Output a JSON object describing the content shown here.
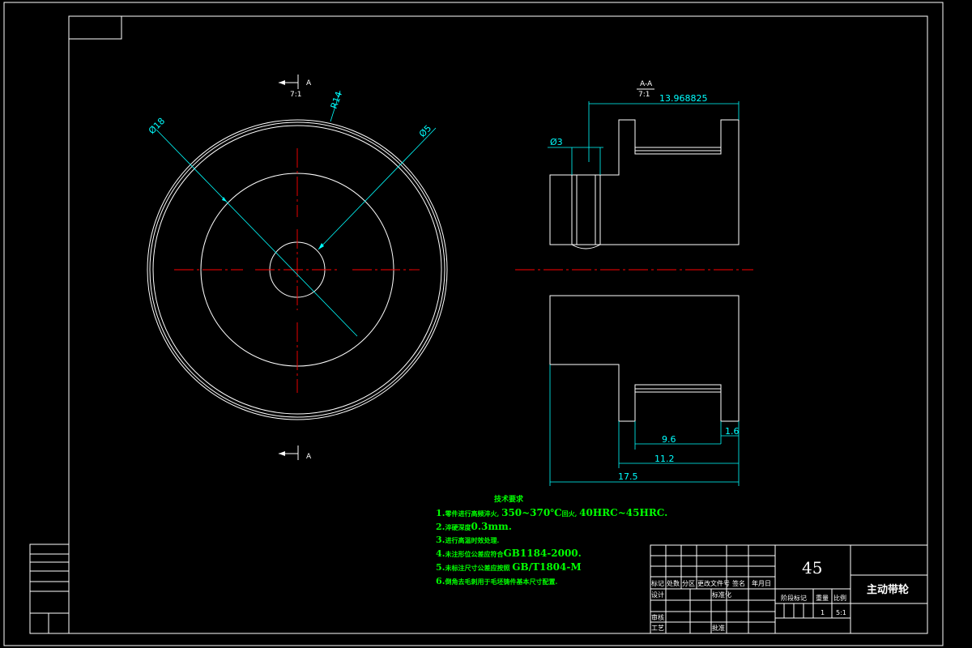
{
  "section_a": {
    "letter": "A",
    "scale": "7:1"
  },
  "section_view": {
    "label": "A-A",
    "scale": "7:1"
  },
  "dimensions": {
    "d18": "Ø18",
    "r14": "R14",
    "d5": "Ø5",
    "d3": "Ø3",
    "length_13": "13.968825",
    "len_9_6": "9.6",
    "len_1_6": "1.6",
    "len_11_2": "11.2",
    "len_17_5": "17.5"
  },
  "tech_req": {
    "heading": "技术要求",
    "items": [
      {
        "prefix": "1.",
        "text": "零件进行高频淬火, ",
        "big": "350~370℃",
        "text2": "回火, ",
        "big2": "40HRC~45HRC."
      },
      {
        "prefix": "2.",
        "text": "淬硬深度",
        "big": "0.3mm."
      },
      {
        "prefix": "3.",
        "text": "进行高温时效处理."
      },
      {
        "prefix": "4.",
        "text": "未注形位公差应符合",
        "big": "GB1184-2000."
      },
      {
        "prefix": "5.",
        "text": "未标注尺寸公差应按照 ",
        "big": "GB/T1804-M"
      },
      {
        "prefix": "6.",
        "text": "倒角去毛刺用于毛坯铸件基本尺寸配置."
      }
    ]
  },
  "title_block": {
    "material": "45",
    "part_name": "主动带轮",
    "headers": [
      "标记",
      "处数",
      "分区",
      "更改文件号",
      "签名",
      "年月日"
    ],
    "design": "设计",
    "standardize": "标准化",
    "review": "审核",
    "process": "工艺",
    "approve": "批准",
    "stage_mark": "阶段标记",
    "weight": "重量",
    "ratio": "比例",
    "qty": "1",
    "scale_val": "5:1"
  }
}
